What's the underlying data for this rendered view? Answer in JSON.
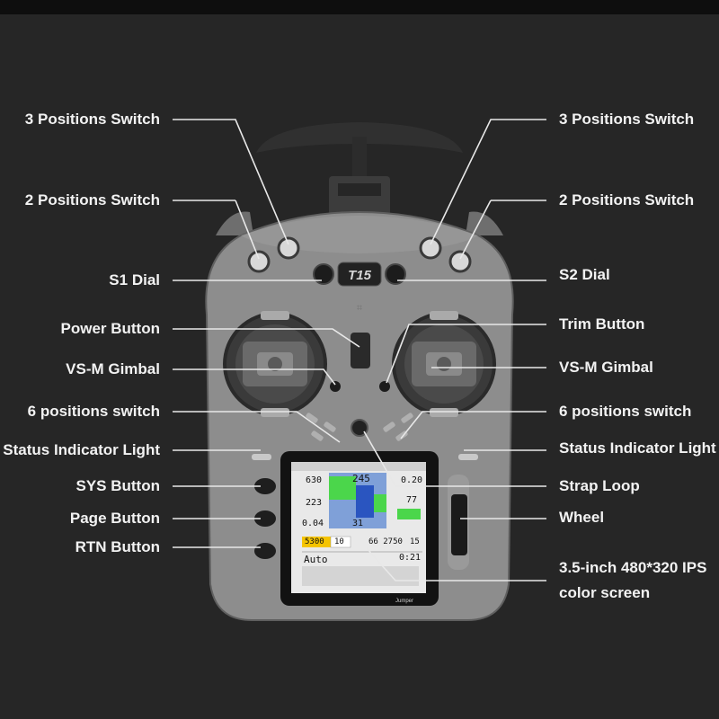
{
  "labels": {
    "left": [
      {
        "text": "3 Positions Switch"
      },
      {
        "text": "2 Positions Switch"
      },
      {
        "text": "S1 Dial"
      },
      {
        "text": "Power Button"
      },
      {
        "text": "VS-M Gimbal"
      },
      {
        "text": "6 positions switch"
      },
      {
        "text": "Status Indicator Light"
      },
      {
        "text": "SYS Button"
      },
      {
        "text": "Page Button"
      },
      {
        "text": "RTN Button"
      }
    ],
    "right": [
      {
        "text": "3 Positions Switch"
      },
      {
        "text": "2 Positions Switch"
      },
      {
        "text": "S2 Dial"
      },
      {
        "text": "Trim Button"
      },
      {
        "text": "VS-M Gimbal"
      },
      {
        "text": "6 positions switch"
      },
      {
        "text": "Status Indicator Light"
      },
      {
        "text": "Strap Loop"
      },
      {
        "text": "Wheel"
      },
      {
        "text": "3.5-inch 480*320 IPS"
      },
      {
        "text": "color screen"
      }
    ]
  },
  "device": {
    "badge": "T15",
    "body_color": "#8d8d8d",
    "screen": {
      "v1": "630",
      "v2": "223",
      "v3": "0.04",
      "v4": "245",
      "v5": "0.20",
      "v6": "77",
      "v7": "31",
      "v8": "10",
      "v9": "66 2750",
      "v10": "15",
      "v11": "0:21",
      "mode": "Auto",
      "counter": "5300"
    }
  }
}
